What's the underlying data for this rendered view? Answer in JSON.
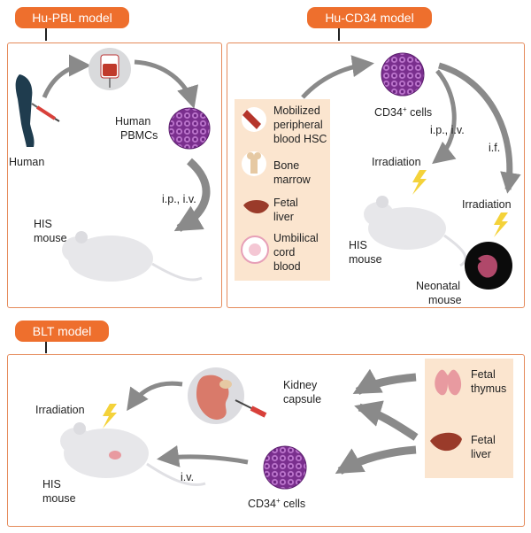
{
  "colors": {
    "tag": "#ee6f2d",
    "border": "#e58a5a",
    "source_bg": "#fbe5cf",
    "arrow": "#8a8a8a",
    "cell": "#8e3fa2",
    "mouse": "#e7e7ea",
    "lightning": "#f4d23a",
    "liver": "#9a3b2a"
  },
  "hu_pbl": {
    "tag": "Hu-PBL model",
    "human": "Human",
    "pbmcs": [
      "Human",
      "PBMCs"
    ],
    "route": "i.p., i.v.",
    "his_mouse": [
      "HIS",
      "mouse"
    ]
  },
  "hu_cd34": {
    "tag": "Hu-CD34 model",
    "cells": "CD34",
    "cells_sup": "+",
    "cells_suffix": " cells",
    "sources": [
      [
        "Mobilized",
        "peripheral",
        "blood HSC"
      ],
      [
        "Bone",
        "marrow"
      ],
      [
        "Fetal",
        "liver"
      ],
      [
        "Umbilical",
        "cord",
        "blood"
      ]
    ],
    "route_ipiv": "i.p., i.v.",
    "route_if": "i.f.",
    "irradiation_1": "Irradiation",
    "irradiation_2": "Irradiation",
    "his_mouse": [
      "HIS",
      "mouse"
    ],
    "neonatal_mouse": [
      "Neonatal",
      "mouse"
    ]
  },
  "blt": {
    "tag": "BLT model",
    "kidney_capsule": [
      "Kidney",
      "capsule"
    ],
    "irradiation": "Irradiation",
    "his_mouse": [
      "HIS",
      "mouse"
    ],
    "route": "i.v.",
    "cells": "CD34",
    "cells_sup": "+",
    "cells_suffix": " cells",
    "fetal_thymus": [
      "Fetal",
      "thymus"
    ],
    "fetal_liver": [
      "Fetal",
      "liver"
    ]
  }
}
